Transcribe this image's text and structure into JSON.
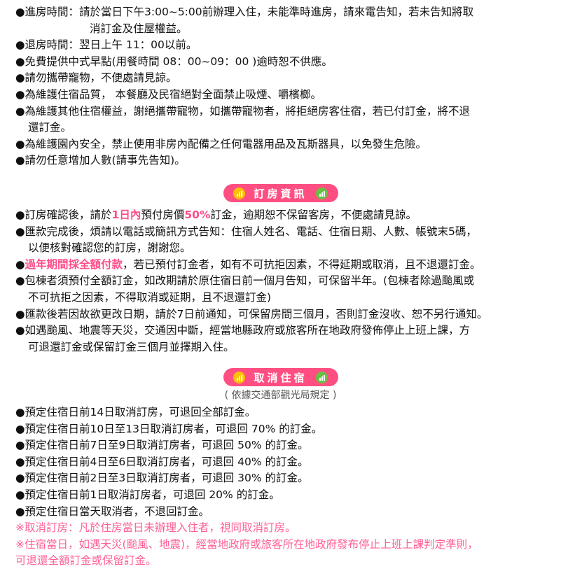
{
  "colors": {
    "accent": "#ff4f82",
    "highlight": "#ff4d88",
    "icon_left": "#ffc107",
    "icon_right": "#6abf45"
  },
  "rules": [
    {
      "lines": [
        [
          {
            "t": "●進房時間：請於當日下午3:00~5:00前辦理入住，未能準時進房，請來電告知，若未告知將取"
          }
        ],
        [
          {
            "t": "消訂金及住屋權益。"
          }
        ]
      ],
      "deep": true
    },
    {
      "lines": [
        [
          {
            "t": "●退房時間：翌日上午 11：00以前。"
          }
        ]
      ]
    },
    {
      "lines": [
        [
          {
            "t": "●免費提供中式早點(用餐時間 08：00~09：00 )逾時恕不供應。"
          }
        ]
      ]
    },
    {
      "lines": [
        [
          {
            "t": "●請勿攜帶寵物，不便處請見諒。"
          }
        ]
      ]
    },
    {
      "lines": [
        [
          {
            "t": "●為維護住宿品質，  本餐廳及民宿絕對全面禁止吸煙、嚼檳榔。"
          }
        ]
      ]
    },
    {
      "lines": [
        [
          {
            "t": "●為維護其他住宿權益，謝絕攜帶寵物，如攜帶寵物者，將拒絕房客住宿，若已付訂金，將不退"
          }
        ],
        [
          {
            "t": "還訂金。"
          }
        ]
      ]
    },
    {
      "lines": [
        [
          {
            "t": "●為維護園內安全，禁止使用非房內配備之任何電器用品及瓦斯器具，以免發生危險。"
          }
        ]
      ]
    },
    {
      "lines": [
        [
          {
            "t": "●請勿任意增加人數(請事先告知)。"
          }
        ]
      ]
    }
  ],
  "booking": {
    "title": "訂房資訊",
    "items": [
      {
        "lines": [
          [
            {
              "t": "●訂房確認後，請於"
            },
            {
              "t": "1日內",
              "hl": true
            },
            {
              "t": "預付房價"
            },
            {
              "t": "50%",
              "hl": true
            },
            {
              "t": "訂金，逾期恕不保留客房，不便處請見諒。"
            }
          ]
        ]
      },
      {
        "lines": [
          [
            {
              "t": "●匯款完成後，煩請以電話或簡訊方式告知：住宿人姓名、電話、住宿日期、人數、帳號末5碼，"
            }
          ],
          [
            {
              "t": "以便核對確認您的訂房，謝謝您。"
            }
          ]
        ]
      },
      {
        "lines": [
          [
            {
              "t": "●"
            },
            {
              "t": "過年期間採全額付款",
              "hl": true
            },
            {
              "t": "，若已預付訂金者，如有不可抗拒因素，不得延期或取消，且不退還訂金。"
            }
          ]
        ]
      },
      {
        "lines": [
          [
            {
              "t": "●包棟者須預付全額訂金，如改期請於原住宿日前一個月告知，可保留半年。(包棟者除過颱風或"
            }
          ],
          [
            {
              "t": "不可抗拒之因素，不得取消或延期，且不退還訂金)"
            }
          ]
        ]
      },
      {
        "lines": [
          [
            {
              "t": "●匯款後若因故欲更改日期，請於7日前通知，可保留房間三個月，否則訂金沒收、恕不另行通知。"
            }
          ]
        ]
      },
      {
        "lines": [
          [
            {
              "t": "●如遇颱風、地震等天災，交通因中斷，經當地縣政府或旅客所在地政府發佈停止上班上課，方"
            }
          ],
          [
            {
              "t": "可退還訂金或保留訂金三個月並擇期入住。"
            }
          ]
        ]
      }
    ]
  },
  "cancel": {
    "title": "取消住宿",
    "subtitle": "( 依據交通部觀光局規定 )",
    "items": [
      {
        "lines": [
          [
            {
              "t": "●預定住宿日前14日取消訂房，可退回全部訂金。"
            }
          ]
        ]
      },
      {
        "lines": [
          [
            {
              "t": "●預定住宿日前10日至13日取消訂房者，可退回  70%  的訂金。"
            }
          ]
        ]
      },
      {
        "lines": [
          [
            {
              "t": "●預定住宿日前7日至9日取消訂房者，可退回  50%  的訂金。"
            }
          ]
        ]
      },
      {
        "lines": [
          [
            {
              "t": "●預定住宿日前4日至6日取消訂房者，可退回  40%  的訂金。"
            }
          ]
        ]
      },
      {
        "lines": [
          [
            {
              "t": "●預定住宿日前2日至3日取消訂房者，可退回  30%  的訂金。"
            }
          ]
        ]
      },
      {
        "lines": [
          [
            {
              "t": "●預定住宿日前1日取消訂房者，可退回  20%  的訂金。"
            }
          ]
        ]
      },
      {
        "lines": [
          [
            {
              "t": "●預定住宿日當天取消者，不退回訂金。"
            }
          ]
        ]
      }
    ],
    "notes": [
      {
        "lines": [
          [
            {
              "t": "※取消訂房：凡於住房當日未辦理入住者，視同取消訂房。"
            }
          ]
        ]
      },
      {
        "lines": [
          [
            {
              "t": "※住宿當日，如遇天災(颱風、地震)，經當地政府或旅客所在地政府發布停止上班上課判定準則，"
            }
          ],
          [
            {
              "t": "可退還全額訂金或保留訂金。"
            }
          ]
        ],
        "flush": true
      }
    ]
  }
}
